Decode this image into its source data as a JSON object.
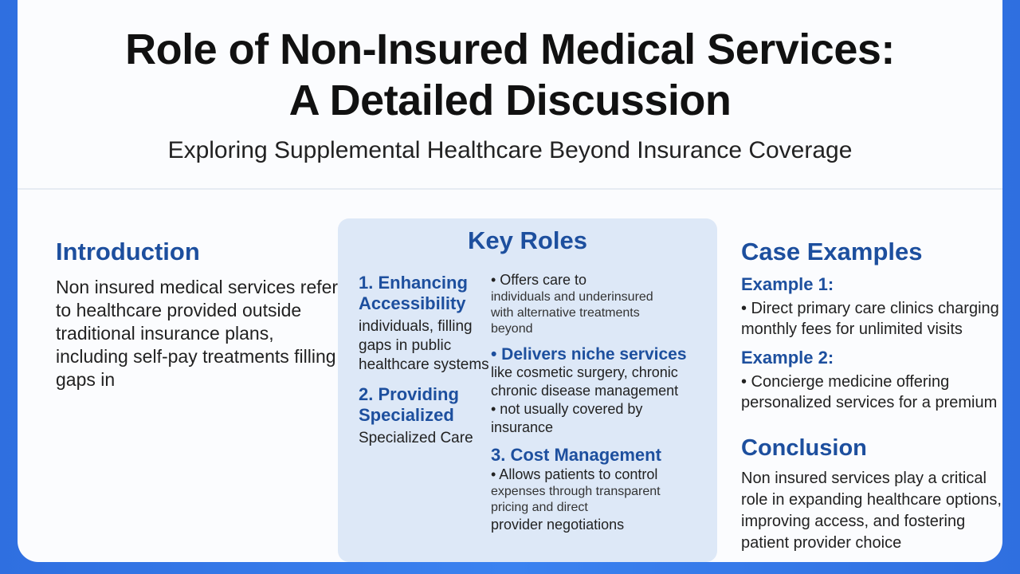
{
  "header": {
    "title_line1": "Role of Non-Insured Medical Services:",
    "title_line2": "A Detailed Discussion",
    "subtitle": "Exploring Supplemental Healthcare Beyond Insurance Coverage"
  },
  "introduction": {
    "heading": "Introduction",
    "body": "Non insured medical services refer to healthcare provided outside traditional insurance plans, including self-pay treatments filling gaps in"
  },
  "key_roles": {
    "heading": "Key Roles",
    "role1": {
      "title": "1. Enhancing Accessibility",
      "body": "individuals, filling gaps in public healthcare systems"
    },
    "role1_bullets": [
      "• Offers care to",
      "individuals and underinsured",
      "with alternative treatments",
      "beyond"
    ],
    "role1_bullet2": "• Delivers niche services",
    "role1_bullet2_lines": [
      "like cosmetic surgery, chronic",
      "chronic disease management",
      "• not usually covered by",
      "insurance"
    ],
    "role2": {
      "title": "2. Providing Specialized",
      "body": "Specialized Care"
    },
    "role3": {
      "title": "3. Cost Management",
      "lines": [
        "• Allows patients to control",
        "expenses through transparent",
        "pricing and direct",
        "provider negotiations"
      ]
    }
  },
  "cases": {
    "heading": "Case Examples",
    "example1_title": "Example 1:",
    "example1_body": "• Direct primary care clinics charging monthly fees for unlimited visits",
    "example2_title": "Example 2:",
    "example2_body": "• Concierge medicine offering personalized services for a premium"
  },
  "conclusion": {
    "heading": "Conclusion",
    "body": "Non insured services play a critical role in expanding healthcare options, improving access, and fostering patient provider choice"
  },
  "colors": {
    "accent": "#1d4f9e",
    "frame": "#3b82f0",
    "panel": "#dde8f7"
  }
}
